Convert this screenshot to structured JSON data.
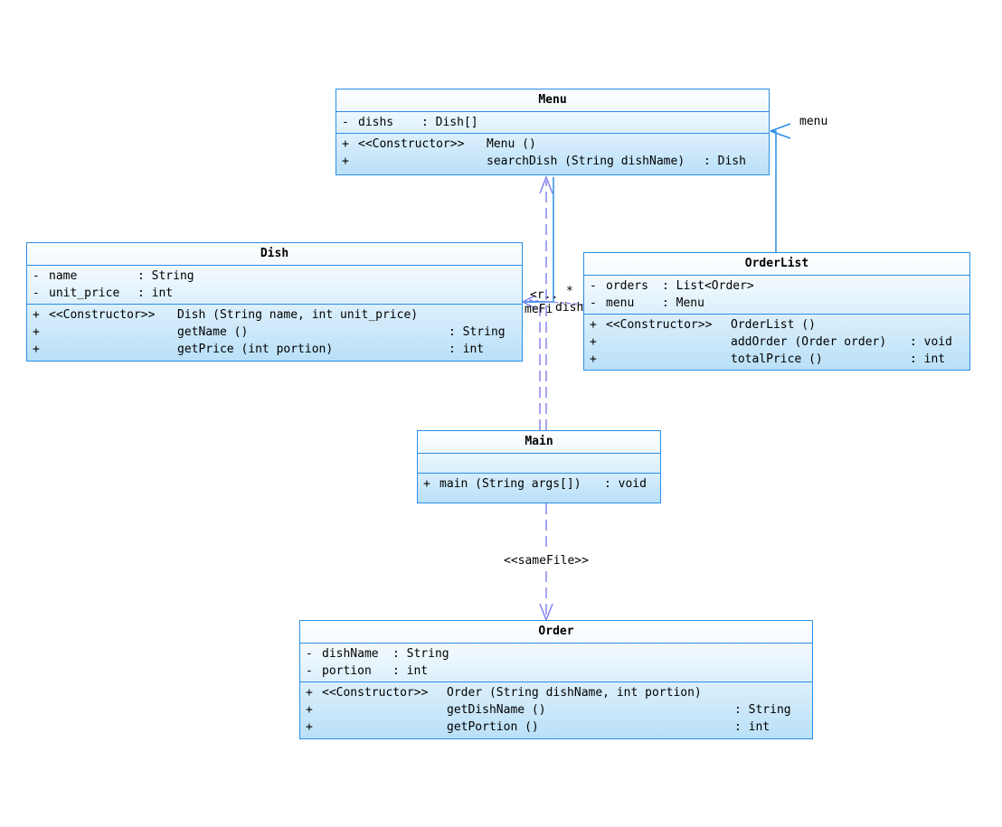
{
  "classes": {
    "menu": {
      "name": "Menu",
      "attrs": [
        {
          "vis": "-",
          "name": "dishs",
          "type": ": Dish[]"
        }
      ],
      "ops": [
        {
          "vis": "+",
          "stereo": "<<Constructor>>",
          "sig": "Menu ()",
          "ret": ""
        },
        {
          "vis": "+",
          "stereo": "",
          "sig": "searchDish (String dishName)",
          "ret": ": Dish"
        }
      ]
    },
    "dish": {
      "name": "Dish",
      "attrs": [
        {
          "vis": "-",
          "name": "name",
          "type": ": String"
        },
        {
          "vis": "-",
          "name": "unit_price",
          "type": ": int"
        }
      ],
      "ops": [
        {
          "vis": "+",
          "stereo": "<<Constructor>>",
          "sig": "Dish (String name, int unit_price)",
          "ret": ""
        },
        {
          "vis": "+",
          "stereo": "",
          "sig": "getName ()",
          "ret": ": String"
        },
        {
          "vis": "+",
          "stereo": "",
          "sig": "getPrice (int portion)",
          "ret": ": int"
        }
      ]
    },
    "orderlist": {
      "name": "OrderList",
      "attrs": [
        {
          "vis": "-",
          "name": "orders",
          "type": ": List<Order>"
        },
        {
          "vis": "-",
          "name": "menu",
          "type": ": Menu"
        }
      ],
      "ops": [
        {
          "vis": "+",
          "stereo": "<<Constructor>>",
          "sig": "OrderList ()",
          "ret": ""
        },
        {
          "vis": "+",
          "stereo": "",
          "sig": "addOrder (Order order)",
          "ret": ": void"
        },
        {
          "vis": "+",
          "stereo": "",
          "sig": "totalPrice ()",
          "ret": ": int"
        }
      ]
    },
    "main": {
      "name": "Main",
      "attrs": [],
      "ops": [
        {
          "vis": "+",
          "stereo": "",
          "sig": "main (String args[])",
          "ret": ": void"
        }
      ]
    },
    "order": {
      "name": "Order",
      "attrs": [
        {
          "vis": "-",
          "name": "dishName",
          "type": ": String"
        },
        {
          "vis": "-",
          "name": "portion",
          "type": ": int"
        }
      ],
      "ops": [
        {
          "vis": "+",
          "stereo": "<<Constructor>>",
          "sig": "Order (String dishName, int portion)",
          "ret": ""
        },
        {
          "vis": "+",
          "stereo": "",
          "sig": "getDishName ()",
          "ret": ": String"
        },
        {
          "vis": "+",
          "stereo": "",
          "sig": "getPortion ()",
          "ret": ": int"
        }
      ]
    }
  },
  "connector_labels": {
    "menu_role": "menu",
    "same_file": "<<sameFile>>",
    "dish_role": "dish",
    "multiplicity": "*",
    "dish_side_stub": "meFi",
    "dish_side_stub_top": "<r.."
  },
  "colors": {
    "border": "#2a8ee6",
    "dependency": "#7d7df0",
    "association": "#2a8ee6"
  }
}
